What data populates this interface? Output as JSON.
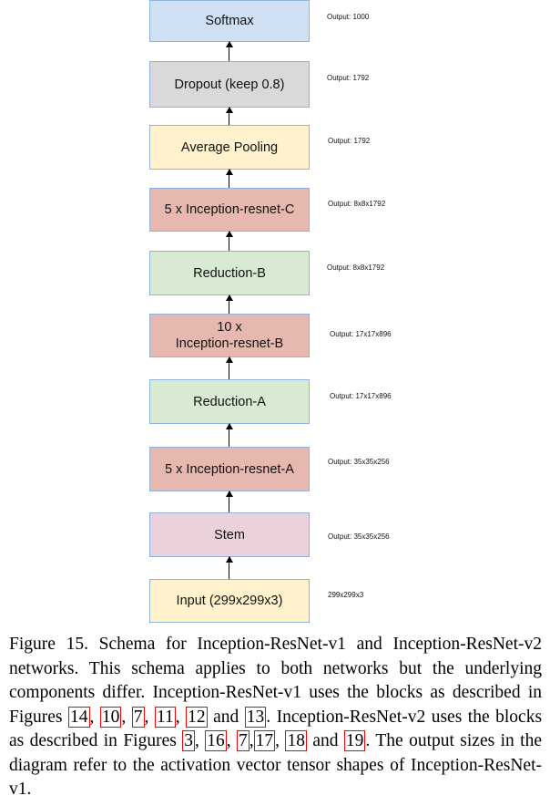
{
  "blocks": [
    {
      "label": "Softmax",
      "output": "Output: 1000"
    },
    {
      "label": "Dropout (keep 0.8)",
      "output": "Output: 1792"
    },
    {
      "label": "Average Pooling",
      "output": "Output: 1792"
    },
    {
      "label": "5 x Inception-resnet-C",
      "output": "Output: 8x8x1792"
    },
    {
      "label": "Reduction-B",
      "output": "Output: 8x8x1792"
    },
    {
      "label": "10 x",
      "label2": "Inception-resnet-B",
      "output": "Output: 17x17x896"
    },
    {
      "label": "Reduction-A",
      "output": "Output: 17x17x896"
    },
    {
      "label": "5 x Inception-resnet-A",
      "output": "Output: 35x35x256"
    },
    {
      "label": "Stem",
      "output": "Output: 35x35x256"
    },
    {
      "label": "Input (299x299x3)",
      "output": "299x299x3"
    }
  ],
  "caption": {
    "p1": "Figure 15. Schema for Inception-ResNet-v1 and Inception-ResNet-v2 networks. This schema applies to both networks but the underlying components differ. Inception-ResNet-v1 uses the blocks as described in Figures ",
    "r1": "14",
    "s1": ", ",
    "r2": "10",
    "s2": ", ",
    "r3": "7",
    "s3": ", ",
    "r4": "11",
    "s4": ", ",
    "r5": "12",
    "s5": " and ",
    "r6": "13",
    "p2": ". Inception-ResNet-v2 uses the blocks as described in Figures ",
    "r7": "3",
    "s7": ", ",
    "r8": "16",
    "s8": ", ",
    "r9": "7",
    "s9": ",",
    "r10": "17",
    "s10": ", ",
    "r11": "18",
    "p3": " and ",
    "r12": "19",
    "p4": ". The output sizes in the diagram refer to the activation vector tensor shapes of Inception-ResNet-v1."
  }
}
